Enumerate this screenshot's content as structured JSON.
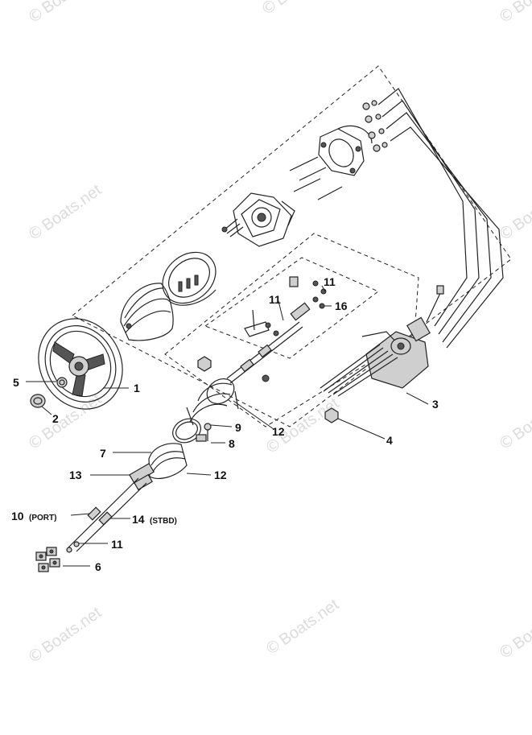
{
  "watermark": {
    "text": "Boats.net",
    "symbol": "©"
  },
  "callouts": [
    {
      "id": "c1",
      "number": "1",
      "suffix": ""
    },
    {
      "id": "c2",
      "number": "2",
      "suffix": ""
    },
    {
      "id": "c3",
      "number": "3",
      "suffix": ""
    },
    {
      "id": "c4",
      "number": "4",
      "suffix": ""
    },
    {
      "id": "c5",
      "number": "5",
      "suffix": ""
    },
    {
      "id": "c6",
      "number": "6",
      "suffix": ""
    },
    {
      "id": "c7",
      "number": "7",
      "suffix": ""
    },
    {
      "id": "c8",
      "number": "8",
      "suffix": ""
    },
    {
      "id": "c9",
      "number": "9",
      "suffix": ""
    },
    {
      "id": "c10",
      "number": "10",
      "suffix": "(PORT)"
    },
    {
      "id": "c11a",
      "number": "11",
      "suffix": ""
    },
    {
      "id": "c11b",
      "number": "11",
      "suffix": ""
    },
    {
      "id": "c11c",
      "number": "11",
      "suffix": ""
    },
    {
      "id": "c12a",
      "number": "12",
      "suffix": ""
    },
    {
      "id": "c12b",
      "number": "12",
      "suffix": ""
    },
    {
      "id": "c13",
      "number": "13",
      "suffix": ""
    },
    {
      "id": "c14",
      "number": "14",
      "suffix": "(STBD)"
    },
    {
      "id": "c16",
      "number": "16",
      "suffix": ""
    }
  ]
}
